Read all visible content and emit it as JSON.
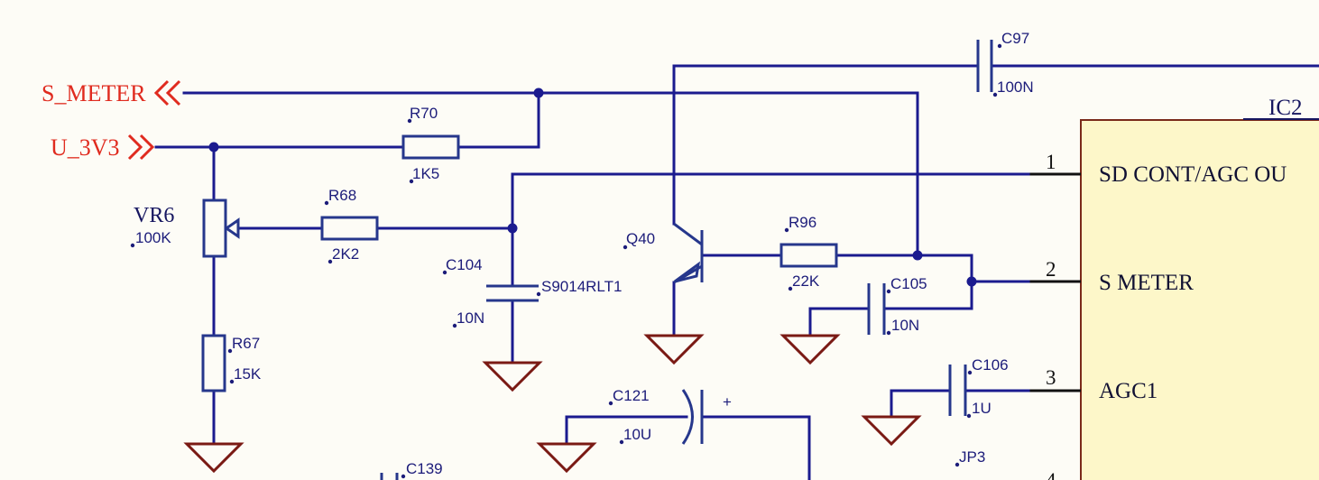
{
  "nets": {
    "s_meter": "S_METER",
    "u_3v3": "U_3V3"
  },
  "ic": {
    "name": "IC2",
    "pins": [
      {
        "num": "1",
        "name": "SD CONT/AGC OU"
      },
      {
        "num": "2",
        "name": "S METER"
      },
      {
        "num": "3",
        "name": "AGC1"
      },
      {
        "num": "4"
      }
    ]
  },
  "components": {
    "c97": {
      "ref": "C97",
      "value": "100N"
    },
    "r70": {
      "ref": "R70",
      "value": "1K5"
    },
    "vr6": {
      "ref": "VR6",
      "value": "100K"
    },
    "r68": {
      "ref": "R68",
      "value": "2K2"
    },
    "c104": {
      "ref": "C104",
      "value": "10N"
    },
    "q40": {
      "ref": "Q40",
      "value": "S9014RLT1"
    },
    "r96": {
      "ref": "R96",
      "value": "22K"
    },
    "c105": {
      "ref": "C105",
      "value": "10N"
    },
    "r67": {
      "ref": "R67",
      "value": "15K"
    },
    "c106": {
      "ref": "C106",
      "value": "1U"
    },
    "c121": {
      "ref": "C121",
      "value": "10U",
      "polarity": "+"
    },
    "jp3": {
      "ref": "JP3"
    },
    "c139": {
      "ref": "C139"
    }
  },
  "colors": {
    "wire": "#1b1b8f",
    "net_label": "#e02b1f",
    "ground": "#7a1a14",
    "ic_fill": "#fdf7c9"
  }
}
